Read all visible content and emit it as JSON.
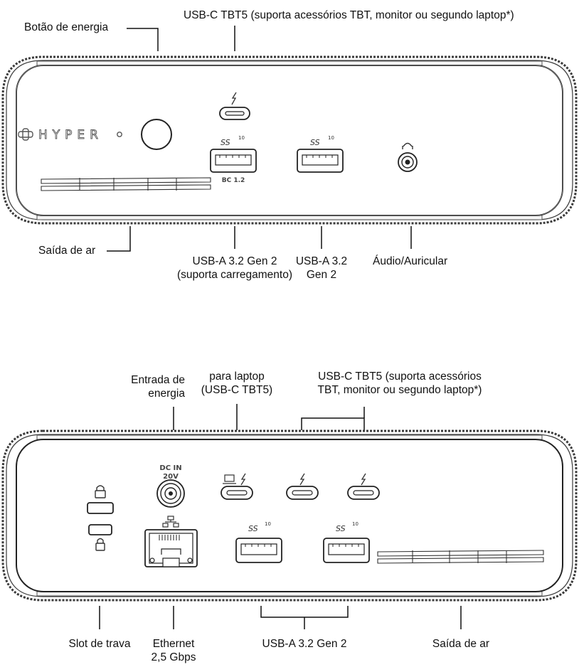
{
  "front": {
    "label_power_button": "Botão de energia",
    "label_usbc_top": "USB-C TBT5 (suporta acessórios TBT, monitor ou segundo laptop*)",
    "label_air_outlet": "Saída de ar",
    "label_usba_charging_line1": "USB-A 3.2 Gen 2",
    "label_usba_charging_line2": "(suporta carregamento)",
    "label_usba_line1": "USB-A 3.2",
    "label_usba_line2": "Gen 2",
    "label_audio": "Áudio/Auricular",
    "brand_text": "HYPER",
    "port_mark_bc": "BC 1.2",
    "ss_mark": "SS",
    "ss_speed": "10"
  },
  "back": {
    "label_power_in_line1": "Entrada de",
    "label_power_in_line2": "energia",
    "label_laptop_line1": "para laptop",
    "label_laptop_line2": "(USB-C TBT5)",
    "label_usbc_line1": "USB-C TBT5 (suporta acessórios",
    "label_usbc_line2": "TBT, monitor ou segundo laptop*)",
    "label_lock_slot": "Slot de trava",
    "label_ethernet_line1": "Ethernet",
    "label_ethernet_line2": "2,5 Gbps",
    "label_usba": "USB-A 3.2 Gen 2",
    "label_air_outlet": "Saída de ar",
    "dc_in_line1": "DC IN",
    "dc_in_line2": "20V",
    "ss_mark": "SS",
    "ss_speed": "10"
  }
}
